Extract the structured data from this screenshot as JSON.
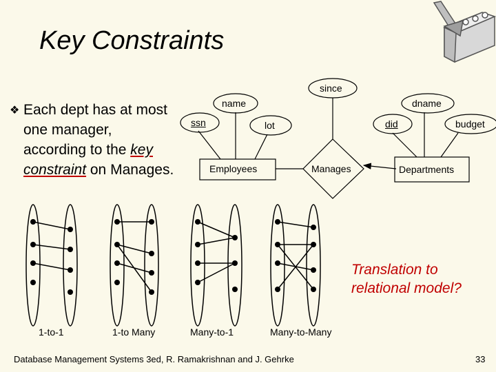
{
  "title": "Key Constraints",
  "bullet": {
    "text_before": "Each dept has at most one manager, according to the ",
    "key_term": "key constraint",
    "text_after": " on Manages."
  },
  "er": {
    "attr_name": "name",
    "attr_ssn": "ssn",
    "attr_lot": "lot",
    "entity_employees": "Employees",
    "relationship_manages": "Manages",
    "attr_since": "since",
    "attr_dname": "dname",
    "attr_did": "did",
    "attr_budget": "budget",
    "entity_departments": "Departments"
  },
  "mappings": {
    "one_to_one": "1-to-1",
    "one_to_many": "1-to Many",
    "many_to_one": "Many-to-1",
    "many_to_many": "Many-to-Many"
  },
  "question": "Translation to relational model?",
  "footer": "Database Management Systems 3ed,  R. Ramakrishnan and J. Gehrke",
  "page_number": "33"
}
